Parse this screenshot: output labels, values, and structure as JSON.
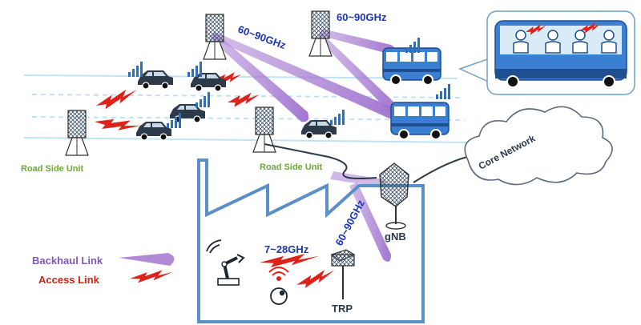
{
  "labels": {
    "freq_left": "60~90GHz",
    "freq_right": "60~90GHz",
    "freq_vertical": "60~90GHz",
    "freq_factory": "7~28GHz",
    "rsu_left": "Road Side Unit",
    "rsu_right": "Road Side Unit",
    "core": "Core Network",
    "gnb": "gNB",
    "trp": "TRP",
    "legend_backhaul": "Backhaul Link",
    "legend_access": "Access Link"
  },
  "colors": {
    "backhaul": "#b18ad6",
    "access": "#e0211a",
    "freq_text": "#1d36b8",
    "rsu_text": "#6fa63a",
    "legend_backhaul_text": "#7d58b8",
    "legend_access_text": "#d2211a",
    "road": "#bfe3f3",
    "factory": "#5b8fc7",
    "bus": "#3a7fd1",
    "car": "#2d3a4a",
    "signal": "#2f6fb8"
  },
  "icons": [
    "antenna-icon",
    "car-icon",
    "bus-icon",
    "passenger-icon",
    "robot-arm-icon",
    "sensor-icon",
    "cloud-icon",
    "gnb-tower-icon",
    "trp-icon"
  ]
}
